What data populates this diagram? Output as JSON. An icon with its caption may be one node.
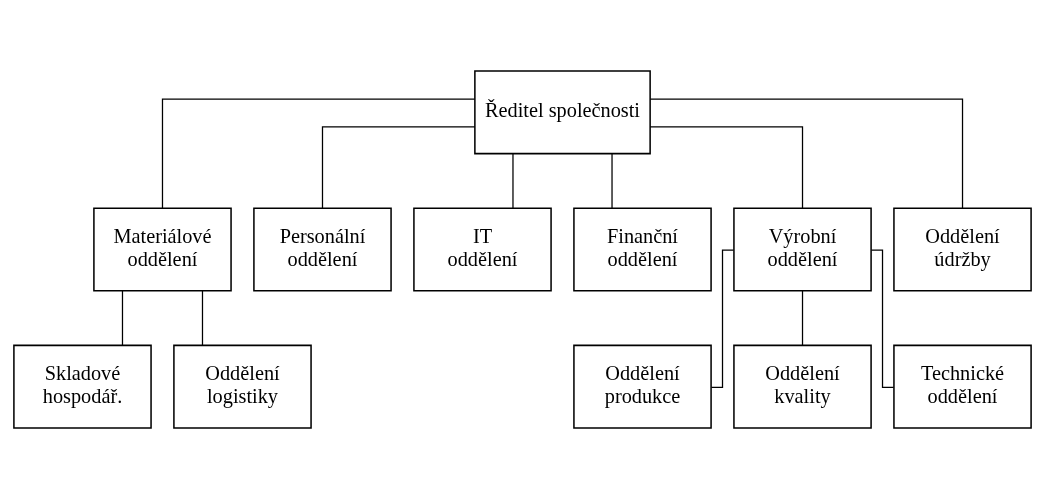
{
  "diagram": {
    "nodes": [
      {
        "text": [
          "Ředitel společnosti"
        ]
      },
      {
        "text": [
          "Materiálové oddělení"
        ]
      },
      {
        "text": [
          "Personální oddělení"
        ]
      },
      {
        "text": [
          "IT oddělení"
        ]
      },
      {
        "text": [
          "Finanční oddělení"
        ]
      },
      {
        "text": [
          "Výrobní oddělení"
        ]
      },
      {
        "text": [
          "Oddělení údržby"
        ]
      },
      {
        "text": [
          "Skladové hospodář."
        ]
      },
      {
        "text": [
          "Oddělení logistiky"
        ]
      },
      {
        "text": [
          "Oddělení produkce"
        ]
      },
      {
        "text": [
          "Oddělení kvality"
        ]
      },
      {
        "text": [
          "Technické oddělení"
        ]
      }
    ],
    "edges": [
      {
        "from": 0,
        "to": 1,
        "arrow": "none"
      },
      {
        "from": 0,
        "to": 2,
        "arrow": "none"
      },
      {
        "from": 0,
        "to": 3,
        "arrow": "none"
      },
      {
        "from": 0,
        "to": 4,
        "arrow": "none"
      },
      {
        "from": 0,
        "to": 5,
        "arrow": "none"
      },
      {
        "from": 0,
        "to": 6,
        "arrow": "none"
      },
      {
        "from": 1,
        "to": 7,
        "arrow": "none"
      },
      {
        "from": 1,
        "to": 8,
        "arrow": "none"
      },
      {
        "from": 5,
        "to": 9,
        "arrow": "none"
      },
      {
        "from": 5,
        "to": 10,
        "arrow": "none"
      },
      {
        "from": 5,
        "to": 11,
        "arrow": "none"
      }
    ]
  }
}
